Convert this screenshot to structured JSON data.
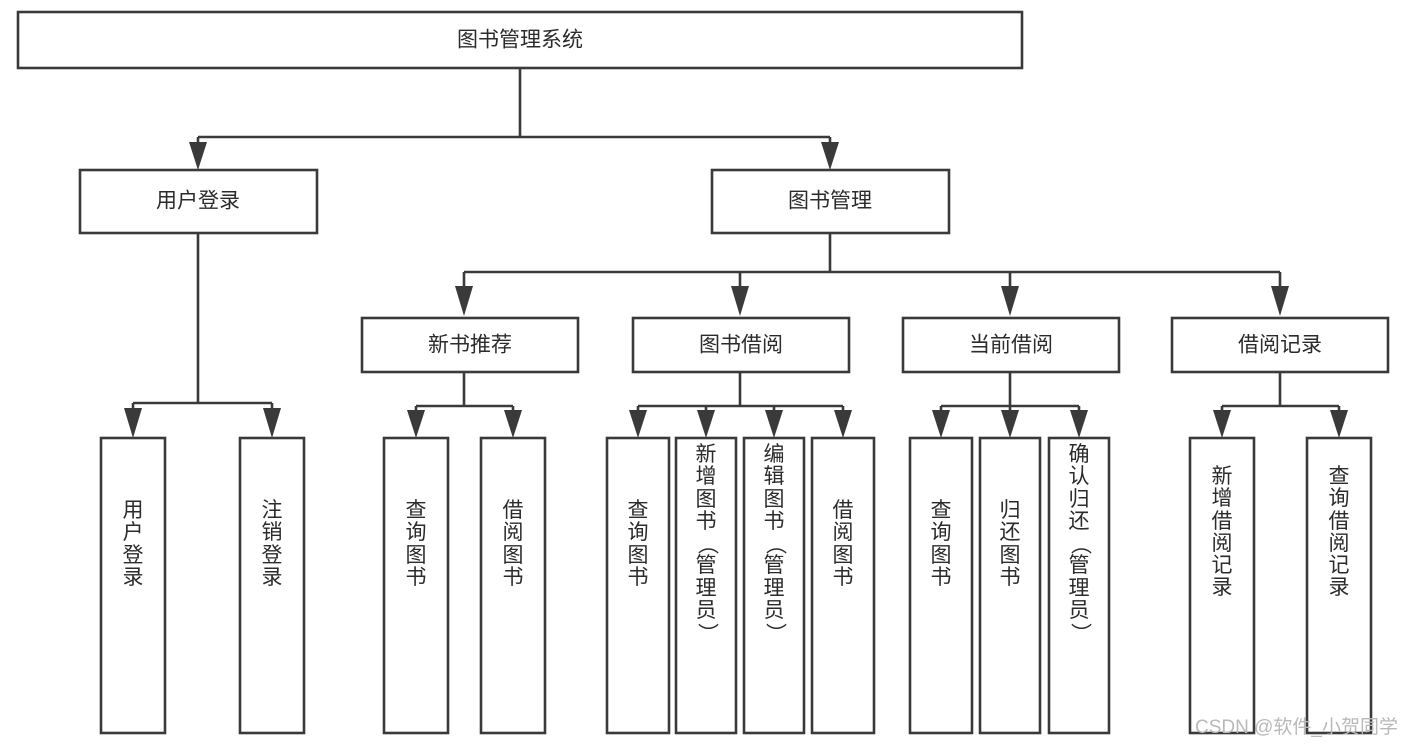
{
  "diagram": {
    "type": "tree-hierarchy-chart",
    "title": "图书管理系统",
    "orientation": "top-down",
    "colors": {
      "box_stroke": "#3a3a3a",
      "box_fill": "#ffffff",
      "text": "#2b2b2b",
      "connector": "#3a3a3a",
      "background": "#ffffff",
      "watermark": "#b9b9b9"
    },
    "levels": 3
  },
  "root": {
    "label": "图书管理系统"
  },
  "level2": [
    {
      "label": "用户登录"
    },
    {
      "label": "图书管理"
    }
  ],
  "level3": [
    {
      "label": "新书推荐"
    },
    {
      "label": "图书借阅"
    },
    {
      "label": "当前借阅"
    },
    {
      "label": "借阅记录"
    }
  ],
  "leaves": {
    "user_login": [
      {
        "label": "用户登录"
      },
      {
        "label": "注销登录"
      }
    ],
    "new_book_recommend": [
      {
        "label": "查询图书"
      },
      {
        "label": "借阅图书"
      }
    ],
    "book_borrow": [
      {
        "label": "查询图书"
      },
      {
        "label": "新增图书（管理员）"
      },
      {
        "label": "编辑图书（管理员）"
      },
      {
        "label": "借阅图书"
      }
    ],
    "current_borrow": [
      {
        "label": "查询图书"
      },
      {
        "label": "归还图书"
      },
      {
        "label": "确认归还（管理员）"
      }
    ],
    "borrow_record": [
      {
        "label": "新增借阅记录"
      },
      {
        "label": "查询借阅记录"
      }
    ]
  },
  "watermark": {
    "text": "CSDN @软件_小贺同学"
  }
}
